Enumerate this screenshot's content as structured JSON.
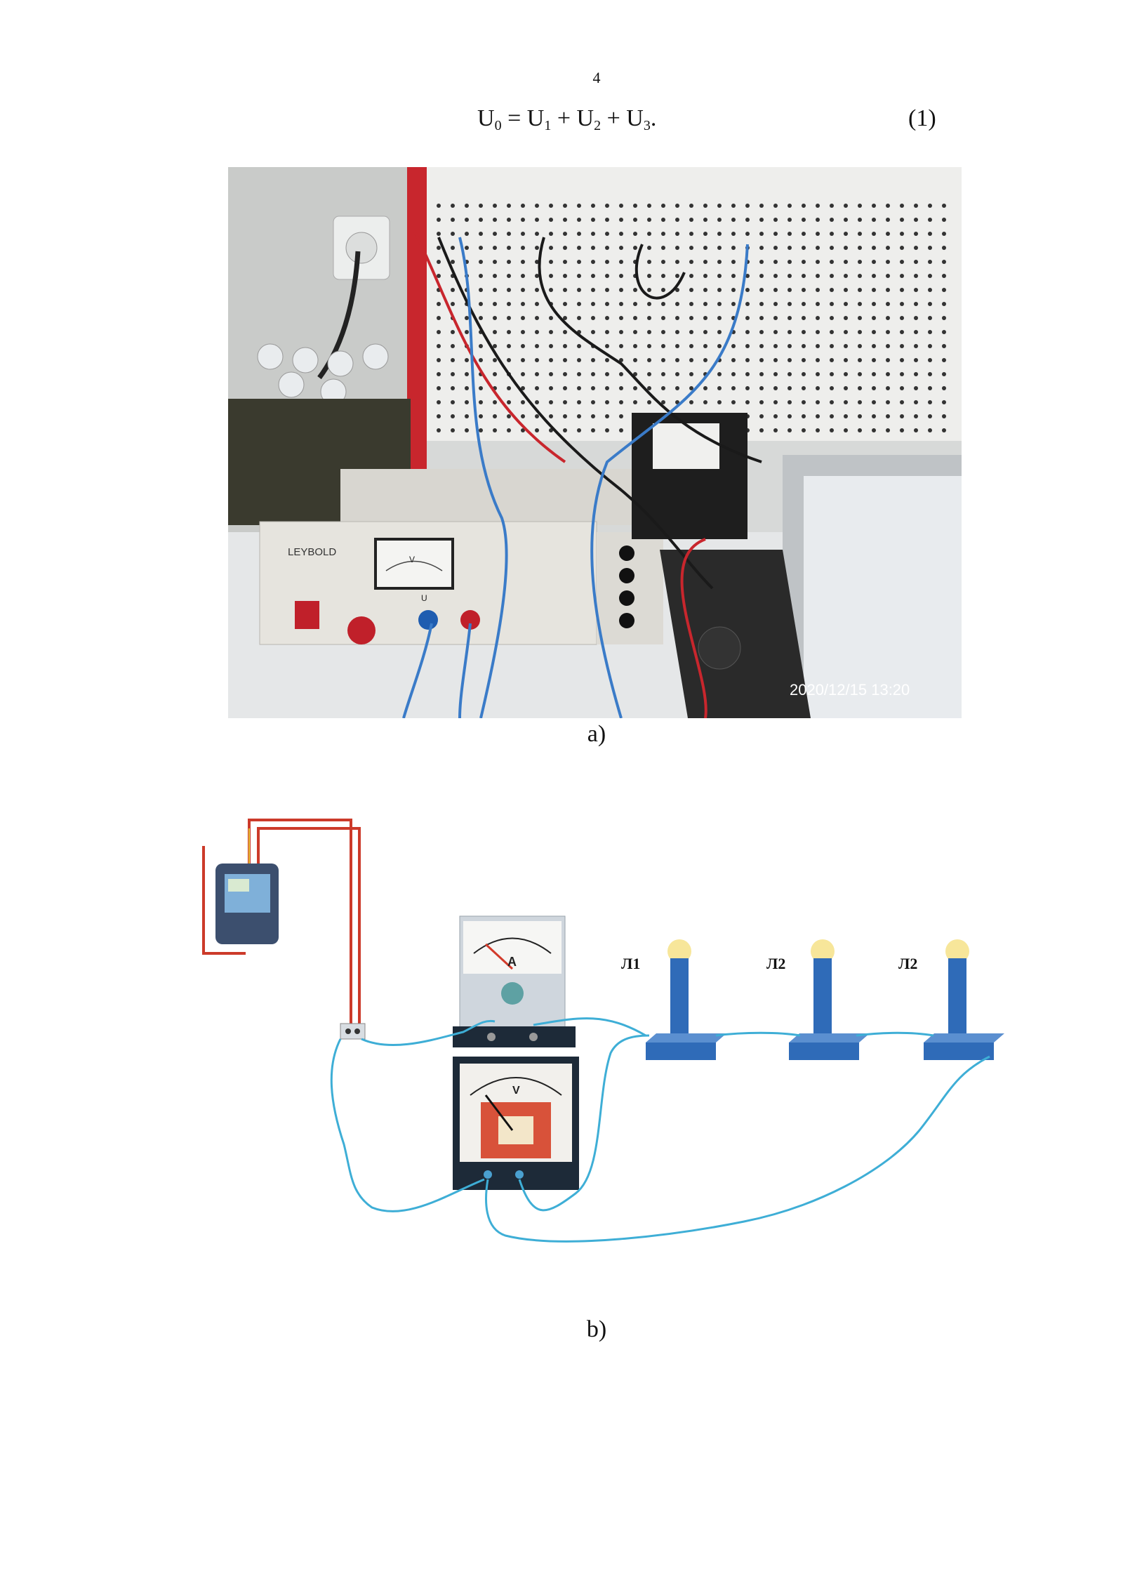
{
  "page": {
    "number": "4"
  },
  "equation": {
    "lhs": "U",
    "lhs_sub": "0",
    "t1": "U",
    "t1_sub": "1",
    "t2": "U",
    "t2_sub": "2",
    "t3": "U",
    "t3_sub": "3",
    "eq": "=",
    "plus": "+",
    "end": ".",
    "number": "(1)"
  },
  "photo": {
    "brand": "LEYBOLD",
    "meter_unit": "V",
    "knob_label": "U",
    "timestamp": "2020/12/15  13:20"
  },
  "captions": {
    "a": "a)",
    "b": "b)"
  },
  "diagram": {
    "ammeter_symbol": "A",
    "voltmeter_symbol": "V",
    "lamps": [
      "Л1",
      "Л2",
      "Л2"
    ]
  }
}
